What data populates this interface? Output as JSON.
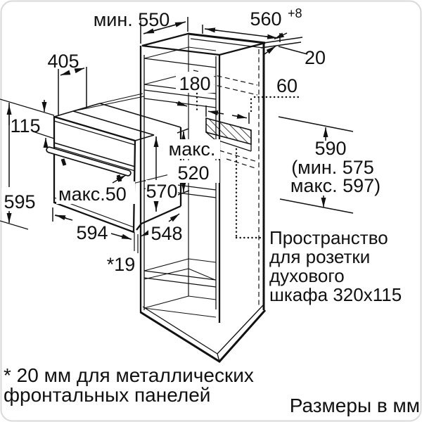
{
  "diagram": {
    "line_color": "#111111",
    "background_color": "#ffffff"
  },
  "dims": {
    "min550": "мин. 550",
    "v560": "560",
    "v560sup": "+8",
    "v20": "20",
    "v405": "405",
    "v180": "180",
    "v60": "60",
    "v115": "115",
    "v595": "595",
    "maks_word": "макс.",
    "v520": "520",
    "v590": "590",
    "v590min": "(мин. 575",
    "v590max": "макс. 597)",
    "maks50": "макс.50",
    "v570": "570",
    "v594": "594",
    "v548": "548",
    "v19": "*19"
  },
  "socket_note": {
    "line1": "Пространство",
    "line2": "для розетки",
    "line3": "духового",
    "line4": "шкафа 320x115"
  },
  "footnote": {
    "line1": "* 20 мм для металлических",
    "line2": "фронтальных панелей"
  },
  "units_note": "Размеры в мм"
}
